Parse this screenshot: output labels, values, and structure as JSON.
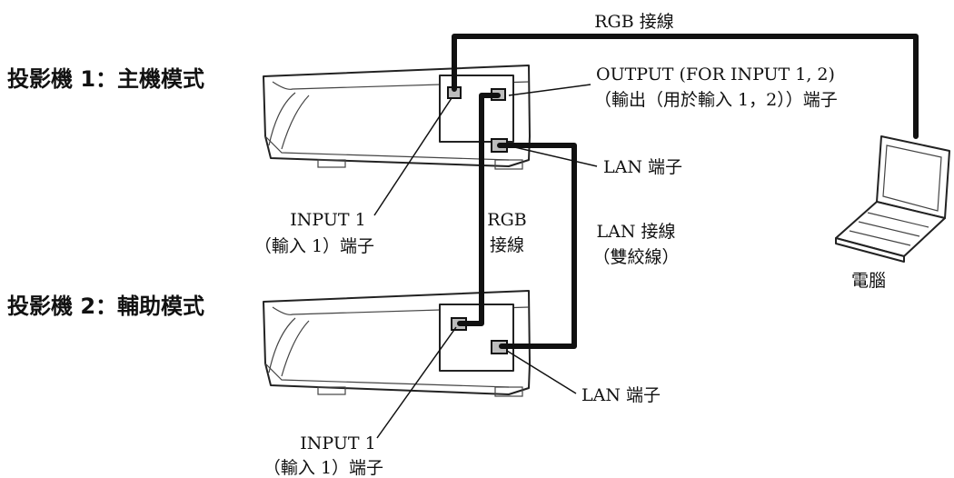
{
  "projector1": {
    "label": "投影機 1：主機模式"
  },
  "projector2": {
    "label": "投影機 2：輔助模式"
  },
  "computer": {
    "label": "電腦"
  },
  "cables": {
    "rgb_top": "RGB 接線",
    "rgb_middle_line1": "RGB",
    "rgb_middle_line2": "接線",
    "lan_line1": "LAN 接線",
    "lan_line2": "（雙絞線）"
  },
  "callouts": {
    "output_line1": "OUTPUT (FOR INPUT 1, 2)",
    "output_line2": "（輸出（用於輸入 1，2））端子",
    "lan_terminal_1": "LAN 端子",
    "input1_top_line1": "INPUT 1",
    "input1_top_line2": "（輸入 1）端子",
    "lan_terminal_2": "LAN 端子",
    "input1_bottom_line1": "INPUT 1",
    "input1_bottom_line2": "（輸入 1）端子"
  }
}
